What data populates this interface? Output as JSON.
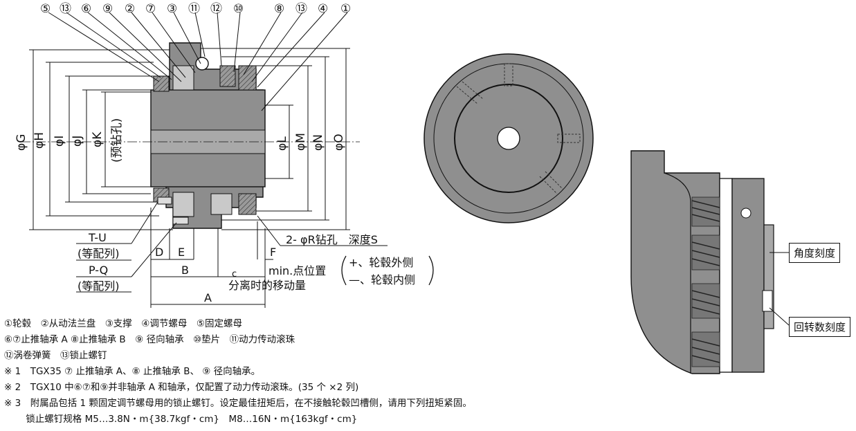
{
  "callouts": [
    "⑤",
    "⑬",
    "⑥",
    "⑨",
    "②",
    "⑦",
    "③",
    "⑪",
    "⑫",
    "⑩",
    "⑧",
    "⑬",
    "④",
    "①"
  ],
  "diameters": {
    "G": "φG",
    "H": "φH",
    "I": "φI",
    "J": "φJ",
    "K": "φK",
    "K_note": "(预钻孔)",
    "L": "φL",
    "M": "φM",
    "N": "φN",
    "O": "φO"
  },
  "dims": {
    "T_U": "T-U",
    "T_U_note": "(等配列)",
    "P_Q": "P-Q",
    "P_Q_note": "(等配列)",
    "D": "D",
    "E": "E",
    "B": "B",
    "C": "c",
    "A": "A",
    "F": "F",
    "hole": "2- φR钻孔　深度S",
    "min_point": "min.点位置",
    "plus": "+、轮毂外侧",
    "minus": "—、轮毂内侧",
    "sep": "分离时的移动量"
  },
  "labels": {
    "angle": "角度刻度",
    "rev": "回转数刻度"
  },
  "notes": [
    "①轮毂　②从动法兰盘　③支撑　④调节螺母　⑤固定螺母",
    "⑥⑦止推轴承 A ⑧止推轴承 B　⑨ 径向轴承　⑩垫片　⑪动力传动滚珠",
    "⑫涡卷弹簧　⑬锁止螺钉",
    "※ 1　TGX35 ⑦ 止推轴承 A、⑧ 止推轴承 B、 ⑨ 径向轴承。",
    "※ 2　TGX10 中⑥⑦和⑨并非轴承 A 和轴承，仅配置了动力传动滚珠。(35 个 ×2 列)",
    "※ 3　附属品包括 1 颗固定调节螺母用的锁止螺钉。设定最佳扭矩后，在不接触轮毂凹槽侧，请用下列扭矩紧固。",
    "　　 锁止螺钉规格 M5…3.8N・m{38.7kgf・cm}　M8…16N・m{163kgf・cm}"
  ]
}
